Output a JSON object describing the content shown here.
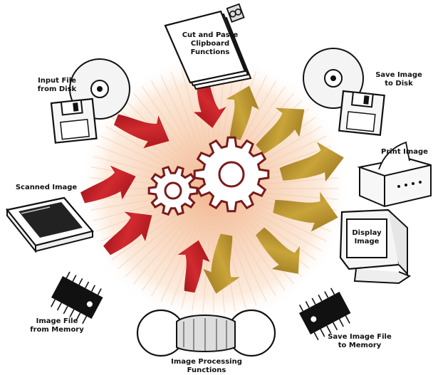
{
  "labels": {
    "cut_paste": [
      "Cut and Paste",
      "Clipboard",
      "Functions"
    ],
    "input_file": [
      "Input File",
      "from Disk"
    ],
    "save_disk": [
      "Save Image",
      "to Disk"
    ],
    "print_image": [
      "Print Image"
    ],
    "scanned_image": [
      "Scanned Image"
    ],
    "display_image": [
      "Display",
      "Image"
    ],
    "image_file_memory": [
      "Image File",
      "from Memory"
    ],
    "image_processing": [
      "Image Processing",
      "Functions"
    ],
    "save_memory": [
      "Save Image File",
      "to Memory"
    ]
  },
  "colors": {
    "input_arrow": "#c21e26",
    "output_arrow": "#b8962a",
    "gear_fill": "#ffffff",
    "gear_stroke": "#7a1a1a",
    "burst_center": "#f6c9a6"
  }
}
